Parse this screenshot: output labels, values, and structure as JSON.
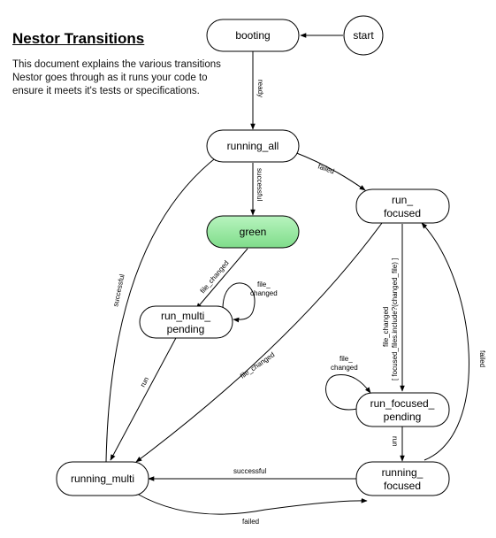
{
  "doc": {
    "title": "Nestor Transitions",
    "description": "This document explains the various transitions Nestor goes through as it runs your code to ensure it meets it's tests or specifications."
  },
  "colors": {
    "node_fill": "#ffffff",
    "green_fill": "#8fe49a",
    "stroke": "#000000"
  },
  "states": {
    "booting": "booting",
    "start": "start",
    "running_all": "running_all",
    "run_focused": [
      "run_",
      "focused"
    ],
    "green": "green",
    "run_multi_pending": [
      "run_multi_",
      "pending"
    ],
    "run_focused_pending": [
      "run_focused_",
      "pending"
    ],
    "running_multi": "running_multi",
    "running_focused": [
      "running_",
      "focused"
    ]
  },
  "transitions": {
    "ready": "ready",
    "successful": "successful",
    "failed": "failed",
    "file_changed": "file_changed",
    "file_changed_self": [
      "file_",
      "changed"
    ],
    "run": "run",
    "focused_guard": [
      "file_changed",
      "[ focused_files.include?(changed_file) ]"
    ]
  }
}
